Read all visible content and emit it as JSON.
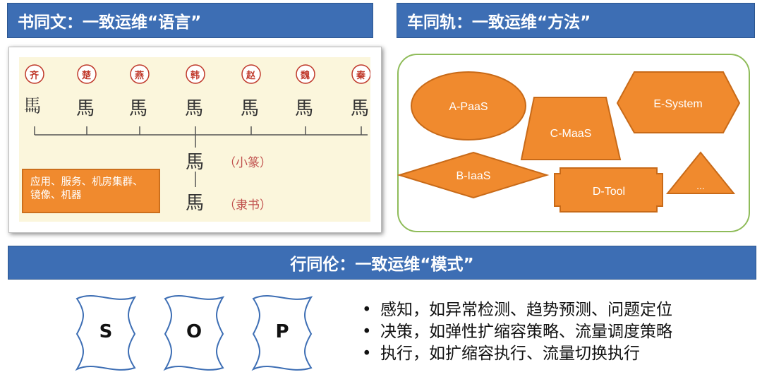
{
  "headers": {
    "language": "书同文：一致运维“语言”",
    "method": "车同轨：一致运维“方法”",
    "mode": "行同伦：一致运维“模式”"
  },
  "script_panel": {
    "states": [
      "齐",
      "楚",
      "燕",
      "韩",
      "赵",
      "魏",
      "秦"
    ],
    "glyphs": [
      "𩡧",
      "馬",
      "馬",
      "馬",
      "馬",
      "馬",
      "馬"
    ],
    "unified_glyph": "馬",
    "clerical_glyph": "馬",
    "small_seal_label": "（小篆）",
    "clerical_label": "（隶书）",
    "note": "应用、服务、机房集群、镜像、机器"
  },
  "shapes": {
    "a_paas": "A-PaaS",
    "c_maas": "C-MaaS",
    "e_system": "E-System",
    "b_iaas": "B-IaaS",
    "d_tool": "D-Tool",
    "more": "..."
  },
  "colors": {
    "header_blue": "#3d6eb4",
    "shape_orange": "#f08a2e",
    "panel_green": "#8fbc5a"
  },
  "sop": {
    "letters": [
      "S",
      "O",
      "P"
    ]
  },
  "bullets": [
    "感知，如异常检测、趋势预测、问题定位",
    "决策，如弹性扩缩容策略、流量调度策略",
    "执行，如扩缩容执行、流量切换执行"
  ]
}
